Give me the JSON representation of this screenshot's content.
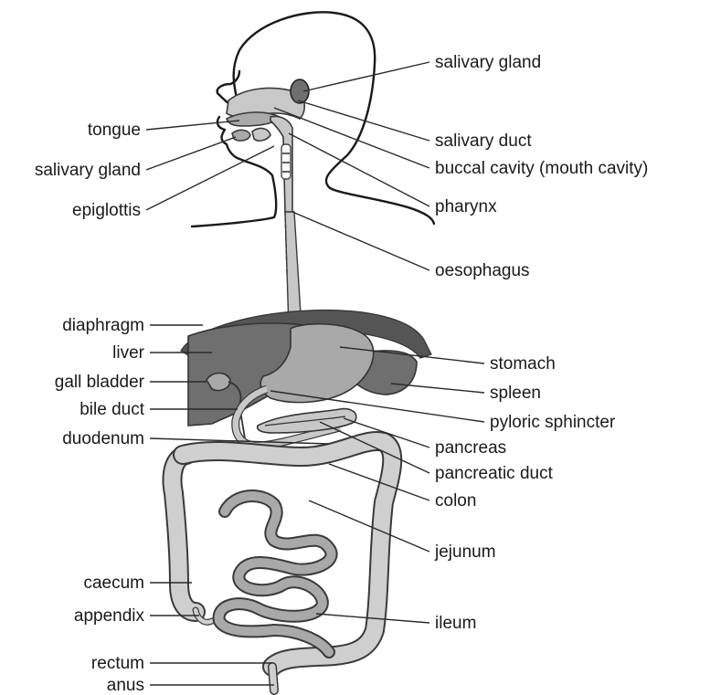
{
  "colors": {
    "dark_organ": "#6f6f6f",
    "mid_organ": "#a9a9a9",
    "light_organ": "#c8c8c8",
    "bowel": "#cfcfcf",
    "diaphragm": "#555555",
    "line": "#2a2a2a"
  },
  "labels": {
    "left": {
      "tongue": "tongue",
      "salivary_gland": "salivary gland",
      "epiglottis": "epiglottis",
      "diaphragm": "diaphragm",
      "liver": "liver",
      "gall_bladder": "gall bladder",
      "bile_duct": "bile duct",
      "duodenum": "duodenum",
      "caecum": "caecum",
      "appendix": "appendix",
      "rectum": "rectum",
      "anus": "anus"
    },
    "right": {
      "salivary_gland": "salivary gland",
      "salivary_duct": "salivary duct",
      "buccal_cavity": "buccal cavity (mouth cavity)",
      "pharynx": "pharynx",
      "oesophagus": "oesophagus",
      "stomach": "stomach",
      "spleen": "spleen",
      "pyloric_sphincter": "pyloric sphincter",
      "pancreas": "pancreas",
      "pancreatic_duct": "pancreatic duct",
      "colon": "colon",
      "jejunum": "jejunum",
      "ileum": "ileum"
    }
  }
}
